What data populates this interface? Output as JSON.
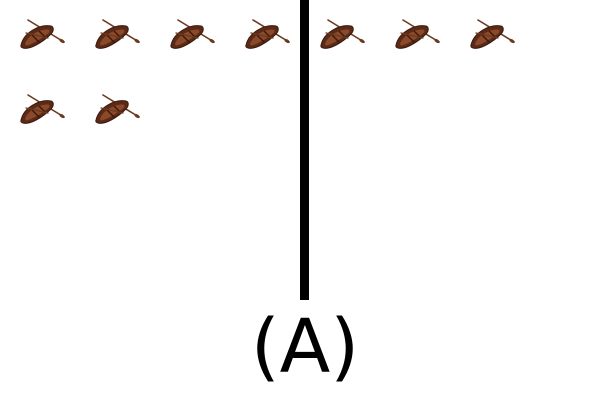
{
  "figure": {
    "label": "(A)",
    "divider_color": "#000000",
    "boat_colors": {
      "hull": "#5a2a17",
      "hull_inner": "#8a4a2a",
      "hull_rim": "#3a180c",
      "oar": "#6b3a1e"
    },
    "groups": [
      {
        "name": "left",
        "count": 6,
        "icon": "rowboat-icon"
      },
      {
        "name": "right",
        "count": 3,
        "icon": "rowboat-icon"
      }
    ]
  }
}
